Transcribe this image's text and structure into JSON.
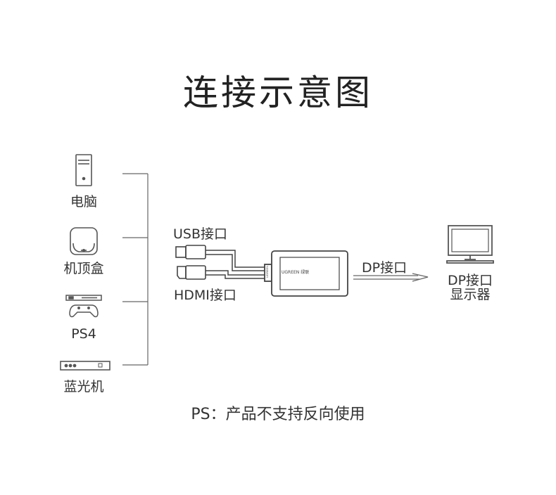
{
  "title": "连接示意图",
  "devices": [
    {
      "label": "电脑",
      "icon": "desktop-tower-icon"
    },
    {
      "label": "机顶盒",
      "icon": "set-top-box-icon"
    },
    {
      "label": "PS4",
      "icon": "game-console-icon"
    },
    {
      "label": "蓝光机",
      "icon": "bluray-player-icon"
    }
  ],
  "cable_labels": {
    "usb": "USB接口",
    "hdmi": "HDMI接口",
    "dp": "DP接口"
  },
  "adapter_brand": "UGREEN 绿联",
  "display": {
    "label_line1": "DP接口",
    "label_line2": "显示器",
    "icon": "monitor-icon"
  },
  "note": "PS：产品不支持反向使用",
  "colors": {
    "line": "#555555",
    "text": "#333333"
  }
}
